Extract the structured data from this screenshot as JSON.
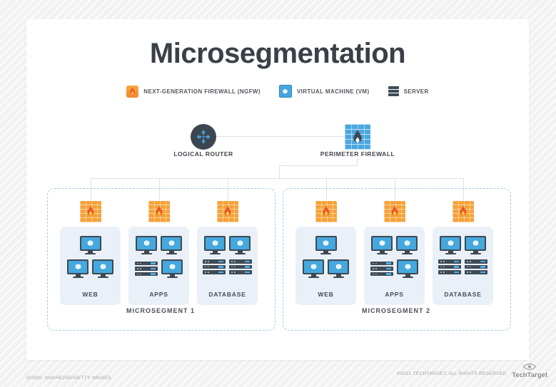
{
  "title": "Microsegmentation",
  "legend": {
    "items": [
      {
        "icon": "ngfw-icon",
        "label": "NEXT-GENERATION FIREWALL (NGFW)"
      },
      {
        "icon": "vm-icon",
        "label": "VIRTUAL MACHINE (VM)"
      },
      {
        "icon": "server-icon",
        "label": "SERVER"
      }
    ]
  },
  "topology": {
    "logical_router_label": "LOGICAL ROUTER",
    "perimeter_firewall_label": "PERIMETER FIREWALL"
  },
  "segments": [
    {
      "label": "MICROSEGMENT 1",
      "groups": [
        {
          "label": "WEB",
          "devices": [
            [
              "vm-monitor"
            ],
            [
              "vm-monitor",
              "vm-monitor"
            ]
          ]
        },
        {
          "label": "APPS",
          "devices": [
            [
              "vm-monitor",
              "vm-monitor"
            ],
            [
              "server",
              "vm-monitor"
            ]
          ]
        },
        {
          "label": "DATABASE",
          "devices": [
            [
              "vm-monitor",
              "vm-monitor"
            ],
            [
              "server",
              "server"
            ]
          ]
        }
      ]
    },
    {
      "label": "MICROSEGMENT 2",
      "groups": [
        {
          "label": "WEB",
          "devices": [
            [
              "vm-monitor"
            ],
            [
              "vm-monitor",
              "vm-monitor"
            ]
          ]
        },
        {
          "label": "APPS",
          "devices": [
            [
              "vm-monitor",
              "vm-monitor"
            ],
            [
              "server",
              "vm-monitor"
            ]
          ]
        },
        {
          "label": "DATABASE",
          "devices": [
            [
              "vm-monitor",
              "vm-monitor"
            ],
            [
              "server",
              "server"
            ]
          ]
        }
      ]
    }
  ],
  "footer": {
    "credit": "ICONS: NAKHEDSE/GETTY IMAGES",
    "copyright": "©2021 TECHTARGET, ALL RIGHTS RESERVED",
    "brand": "TechTarget"
  },
  "colors": {
    "accent_blue": "#4ba7de",
    "accent_orange": "#f5a238",
    "flame_red": "#e8562c",
    "flame_core_yellow": "#ffc93d",
    "dark_slate": "#3e4954",
    "group_box_fill": "#e9f0f7",
    "dashed_border": "#a5cce8"
  }
}
